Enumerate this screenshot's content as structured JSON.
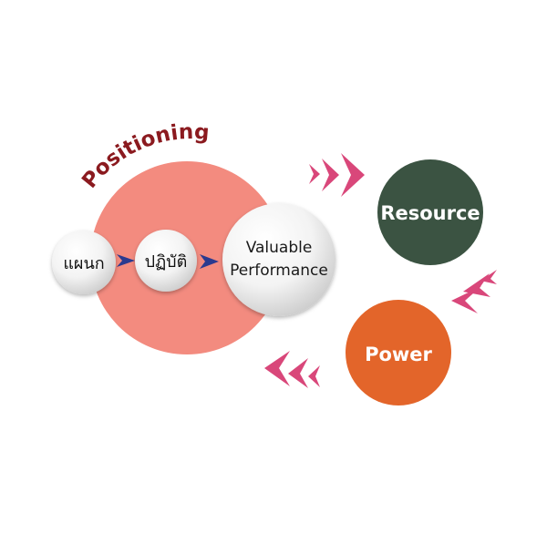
{
  "positioning": {
    "title": "Positioning",
    "title_color": "#8b1a1f",
    "circle_color": "#f38b7f"
  },
  "nodes": {
    "plan": {
      "label": "แผนก"
    },
    "practice": {
      "label": "ปฏิบัติ"
    },
    "performance": {
      "line1": "Valuable",
      "line2": "Performance"
    }
  },
  "resource": {
    "label": "Resource",
    "color": "#3b5342"
  },
  "power": {
    "label": "Power",
    "color": "#e3652a"
  },
  "connector_color": "#2b3a8f",
  "chevron_color": "#d9477a"
}
